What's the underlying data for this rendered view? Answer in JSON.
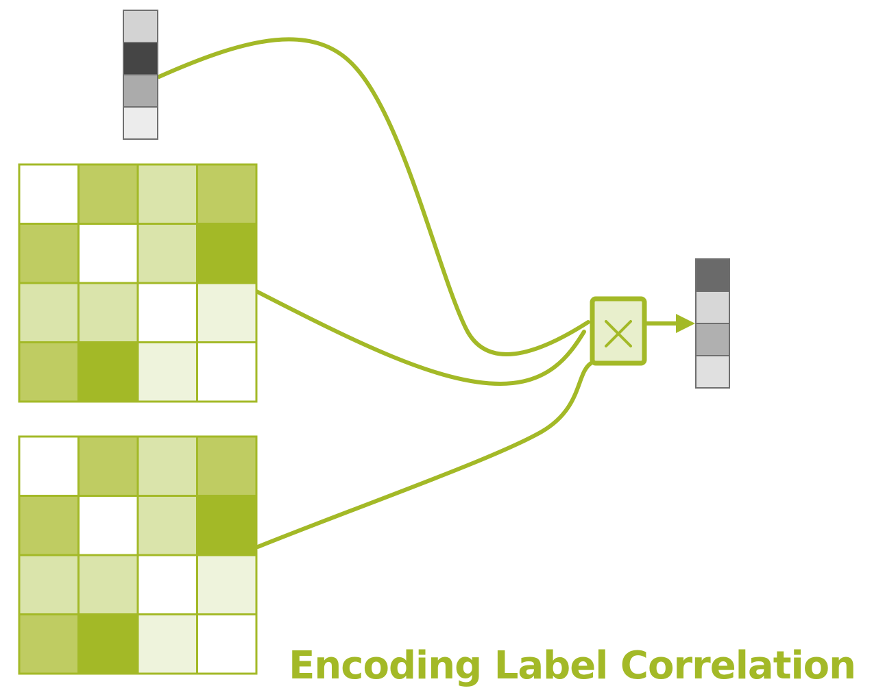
{
  "caption": "Encoding Label Correlation",
  "colors": {
    "accent": "#a3b927",
    "cell_border": "#a3b927",
    "vector_border": "#6f6f6f",
    "white": "#ffffff",
    "background": "#ffffff"
  },
  "input_vector": {
    "shades": [
      "#d3d3d3",
      "#454545",
      "#ababab",
      "#ececec"
    ]
  },
  "output_vector": {
    "shades": [
      "#6a6a6a",
      "#d7d7d7",
      "#b0b0b0",
      "#e0e0e0"
    ]
  },
  "matrices": [
    {
      "name": "correlation-matrix-top",
      "cells": [
        [
          "#ffffff",
          "#bfcc62",
          "#dae4ab",
          "#bfcc62"
        ],
        [
          "#bfcc62",
          "#ffffff",
          "#dae4ab",
          "#a3b927"
        ],
        [
          "#dae4ab",
          "#dae4ab",
          "#ffffff",
          "#eef3dc"
        ],
        [
          "#bfcc62",
          "#a3b927",
          "#eef3dc",
          "#ffffff"
        ]
      ]
    },
    {
      "name": "correlation-matrix-bottom",
      "cells": [
        [
          "#ffffff",
          "#bfcc62",
          "#dae4ab",
          "#bfcc62"
        ],
        [
          "#bfcc62",
          "#ffffff",
          "#dae4ab",
          "#a3b927"
        ],
        [
          "#dae4ab",
          "#dae4ab",
          "#ffffff",
          "#eef3dc"
        ],
        [
          "#bfcc62",
          "#a3b927",
          "#eef3dc",
          "#ffffff"
        ]
      ]
    }
  ],
  "operator": {
    "icon": "multiply-icon",
    "fill": "#e8efcc"
  }
}
